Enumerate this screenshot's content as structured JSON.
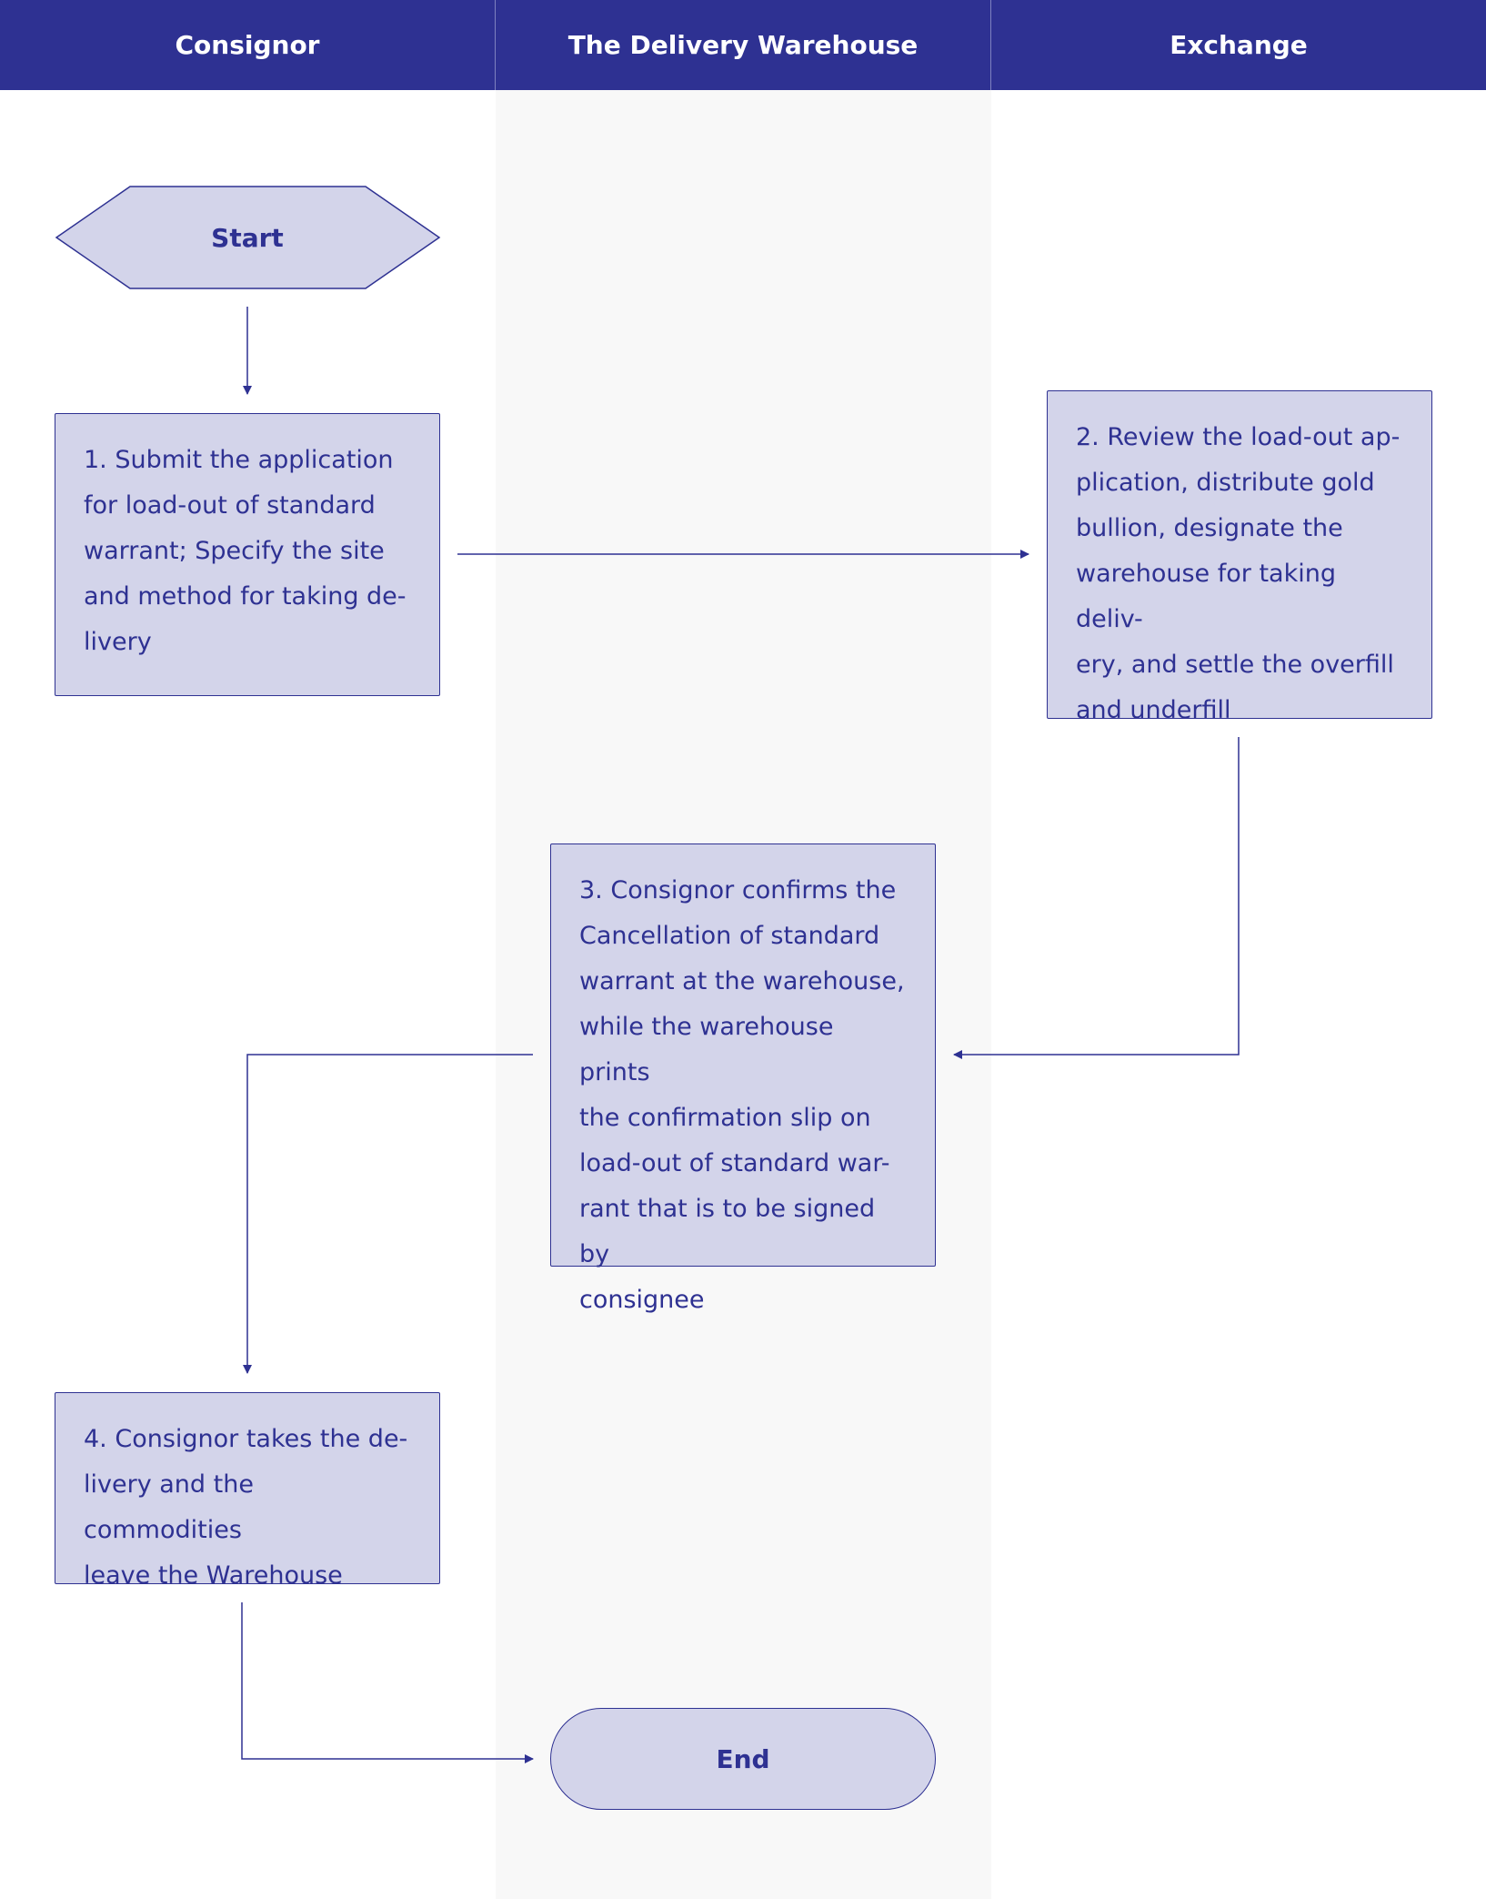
{
  "lanes": [
    {
      "title": "Consignor"
    },
    {
      "title": "The Delivery Warehouse"
    },
    {
      "title": "Exchange"
    }
  ],
  "nodes": {
    "start": "Start",
    "step1": "1. Submit the application\nfor load-out of standard\nwarrant; Specify the site\nand method for taking de-\nlivery",
    "step2": "2. Review the load-out ap-\nplication, distribute gold\nbullion, designate the\nwarehouse for taking deliv-\nery, and settle the overfill\nand underfill",
    "step3": "3. Consignor confirms the\nCancellation of standard\nwarrant at the warehouse,\nwhile the warehouse prints\nthe confirmation slip on\nload-out of standard war-\nrant that is to be signed by\nconsignee",
    "step4": "4. Consignor takes the de-\nlivery and the commodities\nleave the Warehouse",
    "end": "End"
  },
  "colors": {
    "header": "#2e3192",
    "node_fill": "#d3d4ea",
    "stroke": "#2e3192",
    "middle_lane": "#f8f8f8"
  }
}
